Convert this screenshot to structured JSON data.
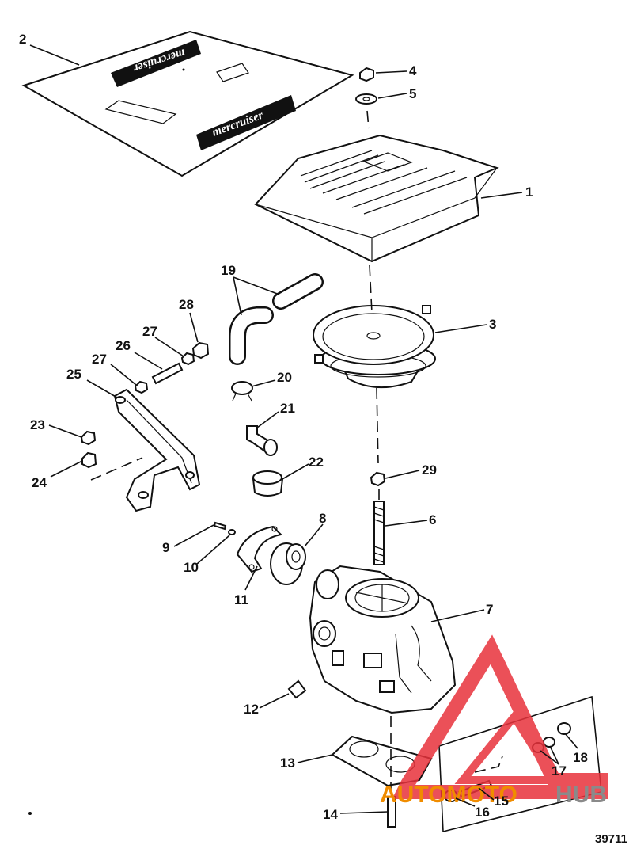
{
  "diagram": {
    "callouts": [
      "1",
      "2",
      "3",
      "4",
      "5",
      "6",
      "7",
      "8",
      "9",
      "10",
      "11",
      "12",
      "13",
      "14",
      "15",
      "16",
      "17",
      "18",
      "19",
      "20",
      "21",
      "22",
      "23",
      "24",
      "25",
      "26",
      "27",
      "27",
      "28",
      "29"
    ],
    "decal_text": [
      "mercruiser",
      "mercruiser"
    ],
    "figure_number": "39711",
    "watermark": {
      "brand_left": "AUTOMOTO",
      "brand_right": "HUB",
      "color_red": "#e8323c",
      "color_orange": "#f08c00",
      "color_gray": "#8a8a8a"
    }
  }
}
